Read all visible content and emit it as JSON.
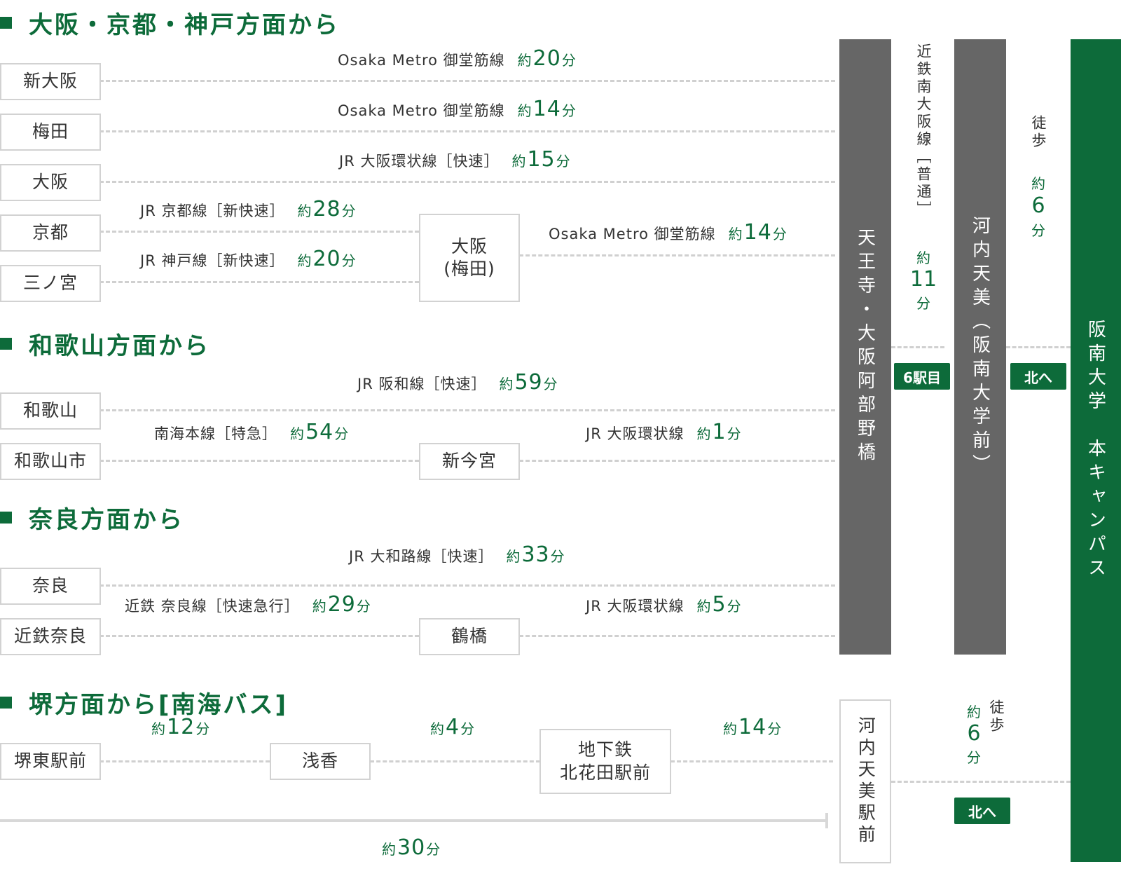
{
  "colors": {
    "accent": "#0d6b3a",
    "bar_gray": "#666666",
    "line_gray": "#d0d0d0"
  },
  "sections": {
    "osaka": "大阪・京都・神戸方面から",
    "wakayama": "和歌山方面から",
    "nara": "奈良方面から",
    "sakai": "堺方面から[南海バス]"
  },
  "stations": {
    "shin_osaka": "新大阪",
    "umeda": "梅田",
    "osaka": "大阪",
    "kyoto": "京都",
    "sannomiya": "三ノ宮",
    "osaka_umeda": "大阪\n(梅田)",
    "wakayama": "和歌山",
    "wakayamashi": "和歌山市",
    "shin_imamiya": "新今宮",
    "nara": "奈良",
    "kintetsu_nara": "近鉄奈良",
    "tsuruhashi": "鶴橋",
    "sakai_higashi": "堺東駅前",
    "asaka": "浅香",
    "kitahanada": "地下鉄\n北花田駅前",
    "kawachiamami_ekimae": "河内天美駅前"
  },
  "routes": {
    "r1": {
      "name": "Osaka Metro 御堂筋線",
      "pre": "約",
      "num": "20",
      "unit": "分"
    },
    "r2": {
      "name": "Osaka Metro 御堂筋線",
      "pre": "約",
      "num": "14",
      "unit": "分"
    },
    "r3": {
      "name": "JR 大阪環状線［快速］",
      "pre": "約",
      "num": "15",
      "unit": "分"
    },
    "r4": {
      "name": "JR 京都線［新快速］",
      "pre": "約",
      "num": "28",
      "unit": "分"
    },
    "r5": {
      "name": "JR 神戸線［新快速］",
      "pre": "約",
      "num": "20",
      "unit": "分"
    },
    "r6": {
      "name": "Osaka Metro 御堂筋線",
      "pre": "約",
      "num": "14",
      "unit": "分"
    },
    "r7": {
      "name": "JR 阪和線［快速］",
      "pre": "約",
      "num": "59",
      "unit": "分"
    },
    "r8": {
      "name": "南海本線［特急］",
      "pre": "約",
      "num": "54",
      "unit": "分"
    },
    "r9": {
      "name": "JR 大阪環状線",
      "pre": "約",
      "num": "1",
      "unit": "分"
    },
    "r10": {
      "name": "JR 大和路線［快速］",
      "pre": "約",
      "num": "33",
      "unit": "分"
    },
    "r11": {
      "name": "近鉄 奈良線［快速急行］",
      "pre": "約",
      "num": "29",
      "unit": "分"
    },
    "r12": {
      "name": "JR 大阪環状線",
      "pre": "約",
      "num": "5",
      "unit": "分"
    },
    "b1": {
      "pre": "約",
      "num": "12",
      "unit": "分"
    },
    "b2": {
      "pre": "約",
      "num": "4",
      "unit": "分"
    },
    "b3": {
      "pre": "約",
      "num": "14",
      "unit": "分"
    },
    "total": {
      "pre": "約",
      "num": "30",
      "unit": "分"
    }
  },
  "bars": {
    "tennoji": "天王寺・大阪阿部野橋",
    "kawachiamami": "河内天美（阪南大学前）",
    "campus": "阪南大学　本キャンパス"
  },
  "kintetsu": {
    "line": "近鉄南大阪線［普通］",
    "pre": "約",
    "num": "11",
    "unit": "分",
    "badge": "6駅目"
  },
  "walk": {
    "label": "徒歩",
    "pre": "約",
    "num": "6",
    "unit": "分",
    "badge": "北へ"
  },
  "walk2": {
    "label": "徒歩",
    "pre": "約",
    "num": "6",
    "unit": "分",
    "badge": "北へ"
  }
}
